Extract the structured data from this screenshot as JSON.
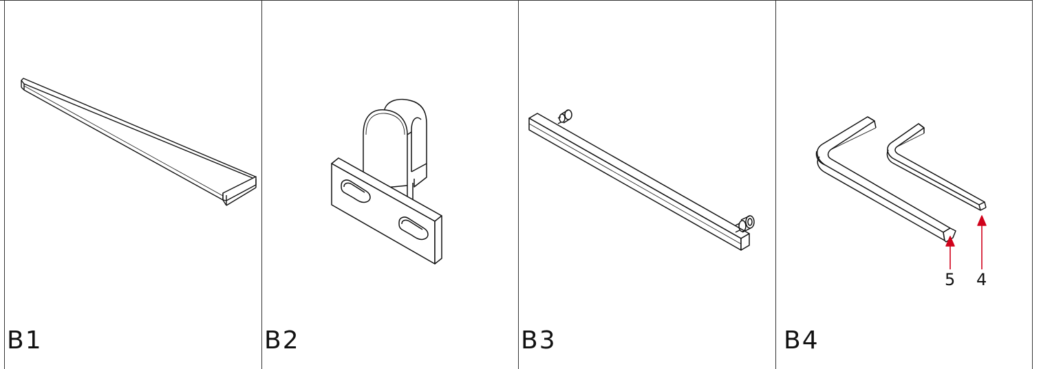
{
  "panels": [
    {
      "id": "B1",
      "label": "B1",
      "part": "bar-handle"
    },
    {
      "id": "B2",
      "label": "B2",
      "part": "glass-clamp-bracket"
    },
    {
      "id": "B3",
      "label": "B3",
      "part": "pull-handle"
    },
    {
      "id": "B4",
      "label": "B4",
      "part": "hex-keys"
    }
  ],
  "callouts": [
    {
      "text": "5"
    },
    {
      "text": "4"
    }
  ],
  "colors": {
    "line": "#111111",
    "border": "#333333",
    "callout": "#d0021b"
  }
}
